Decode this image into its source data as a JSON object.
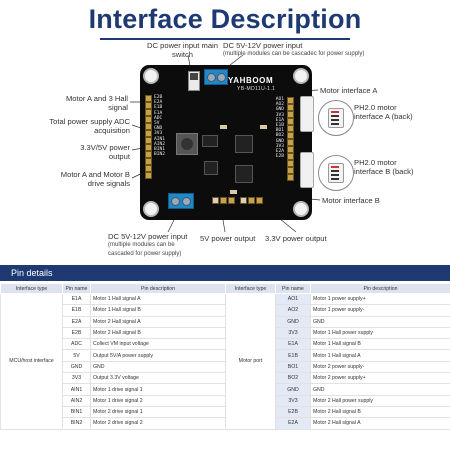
{
  "title": "Interface Description",
  "labels": {
    "dc_switch": "DC power input main switch",
    "dc_in_top": "DC 5V-12V power input",
    "dc_in_top_note": "(multiple modules can be cascadec for power supply)",
    "hall": "Motor A and 3 Hall signal",
    "adc": "Total power supply ADC acquisition",
    "v33_5": "3.3V/5V power output",
    "drive": "Motor A and Motor B drive signals",
    "motor_a": "Motor interface A",
    "ph_a": "PH2.0 motor interface A (back)",
    "ph_b": "PH2.0 motor interface B (back)",
    "motor_b": "Motor interface B",
    "dc_in_bottom": "DC 5V-12V power input",
    "dc_in_bottom_note": "(multiple modules can be cascaded for power supply)",
    "out5v": "5V power output",
    "out33v": "3.3V power output"
  },
  "board": {
    "brand": "YAHBOOM",
    "model": "YB-MD11U-1.1",
    "left_pins": [
      "E2B",
      "E2A",
      "E1B",
      "E1A",
      "ADC",
      "5V",
      "GND",
      "3V3",
      "AIN1",
      "AIN2",
      "BIN1",
      "BIN2"
    ],
    "right_pins": [
      "AO1",
      "AO2",
      "GND",
      "3V3",
      "E1A",
      "E1B",
      "BO1",
      "BO2",
      "GND",
      "3V3",
      "E2A",
      "E2B"
    ]
  },
  "pin_details": {
    "title": "Pin details",
    "headers": [
      "Interface type",
      "Pin name",
      "Pin description",
      "Interface type",
      "Pin name",
      "Pin description"
    ],
    "left_group": "MCU/host interface",
    "right_group": "Motor port",
    "rows": [
      {
        "l_name": "E1A",
        "l_desc": "Motor 1 Hall signal A",
        "r_name": "AO1",
        "r_desc": "Motor 1 power supply+"
      },
      {
        "l_name": "E1B",
        "l_desc": "Motor 1 Hall signal B",
        "r_name": "AO2",
        "r_desc": "Motor 1 power supply-"
      },
      {
        "l_name": "E2A",
        "l_desc": "Motor 2 Hall signal A",
        "r_name": "GND",
        "r_desc": "GND"
      },
      {
        "l_name": "E2B",
        "l_desc": "Motor 2 Hall signal B",
        "r_name": "3V3",
        "r_desc": "Motor 1 Hall power supply"
      },
      {
        "l_name": "ADC",
        "l_desc": "Collect VM input voltage",
        "r_name": "E1A",
        "r_desc": "Motor 1 Hall signal B"
      },
      {
        "l_name": "5V",
        "l_desc": "Output 5V/A power supply",
        "r_name": "E1B",
        "r_desc": "Motor 1 Hall signal A"
      },
      {
        "l_name": "GND",
        "l_desc": "GND",
        "r_name": "BO1",
        "r_desc": "Motor 2 power supply-"
      },
      {
        "l_name": "3V3",
        "l_desc": "Output 3.3V voltage",
        "r_name": "BO2",
        "r_desc": "Motor 2 power supply+"
      },
      {
        "l_name": "AIN1",
        "l_desc": "Motor 1 drive signal 1",
        "r_name": "GND",
        "r_desc": "GND"
      },
      {
        "l_name": "AIN2",
        "l_desc": "Motor 1 drive signal 2",
        "r_name": "3V3",
        "r_desc": "Motor 2 Hall power supply"
      },
      {
        "l_name": "BIN1",
        "l_desc": "Motor 2 drive signal 1",
        "r_name": "E2B",
        "r_desc": "Motor 2 Hall signal B"
      },
      {
        "l_name": "BIN2",
        "l_desc": "Motor 2 drive signal 2",
        "r_name": "E2A",
        "r_desc": "Motor 2 Hall signal A"
      }
    ]
  },
  "colors": {
    "title": "#1f3a73",
    "bar": "#1f3a73",
    "header_bg": "#dde3ef",
    "pcb": "#0c0c0c",
    "terminal": "#1e88c8"
  }
}
